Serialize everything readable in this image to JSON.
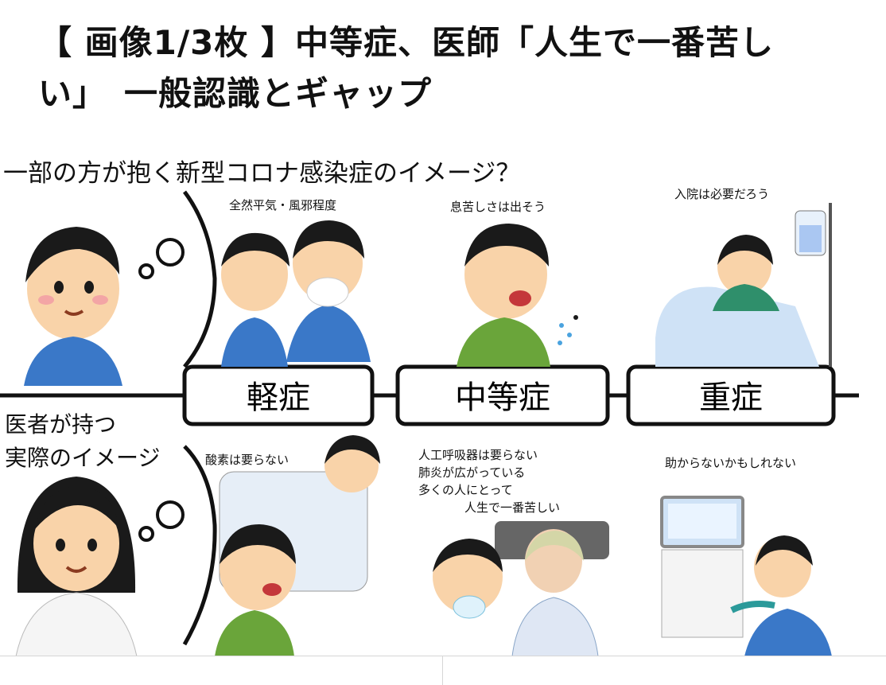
{
  "headline": {
    "line1": "【 画像1/3枚 】中等症、医師「人生で一番苦し",
    "line2": "い」　一般認識とギャップ"
  },
  "figure": {
    "top_caption": "一部の方が抱く新型コロナ感染症のイメージ？",
    "bottom_caption_1": "医者が持つ",
    "bottom_caption_2": "実際のイメージ",
    "stages": {
      "mild": "軽症",
      "moderate": "中等症",
      "severe": "重症"
    },
    "public_notes": {
      "mild": "全然平気・風邪程度",
      "moderate": "息苦しさは出そう",
      "severe": "入院は必要だろう"
    },
    "doctor_notes": {
      "mild": "酸素は要らない",
      "moderate_1": "人工呼吸器は要らない",
      "moderate_2": "肺炎が広がっている",
      "moderate_3": "多くの人にとって",
      "moderate_4": "人生で一番苦しい",
      "severe": "助からないかもしれない"
    }
  },
  "colors": {
    "skin": "#f9d3a9",
    "hair": "#1a1a1a",
    "blue_shirt": "#3a78c8",
    "green_shirt": "#6aa53a",
    "bed_blue": "#cfe2f6",
    "bubble": "#ffffff"
  }
}
